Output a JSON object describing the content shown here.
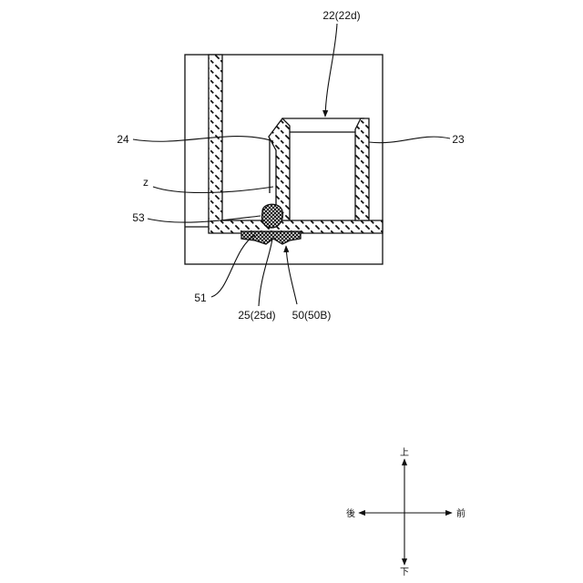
{
  "labels": {
    "cap": "22(22d)",
    "wall_24": "24",
    "container_23": "23",
    "gap_z": "z",
    "seal_53": "53",
    "base_51": "51",
    "part_25": "25(25d)",
    "part_50": "50(50B)"
  },
  "directions": {
    "up": "上",
    "down": "下",
    "rear": "後",
    "front": "前"
  }
}
